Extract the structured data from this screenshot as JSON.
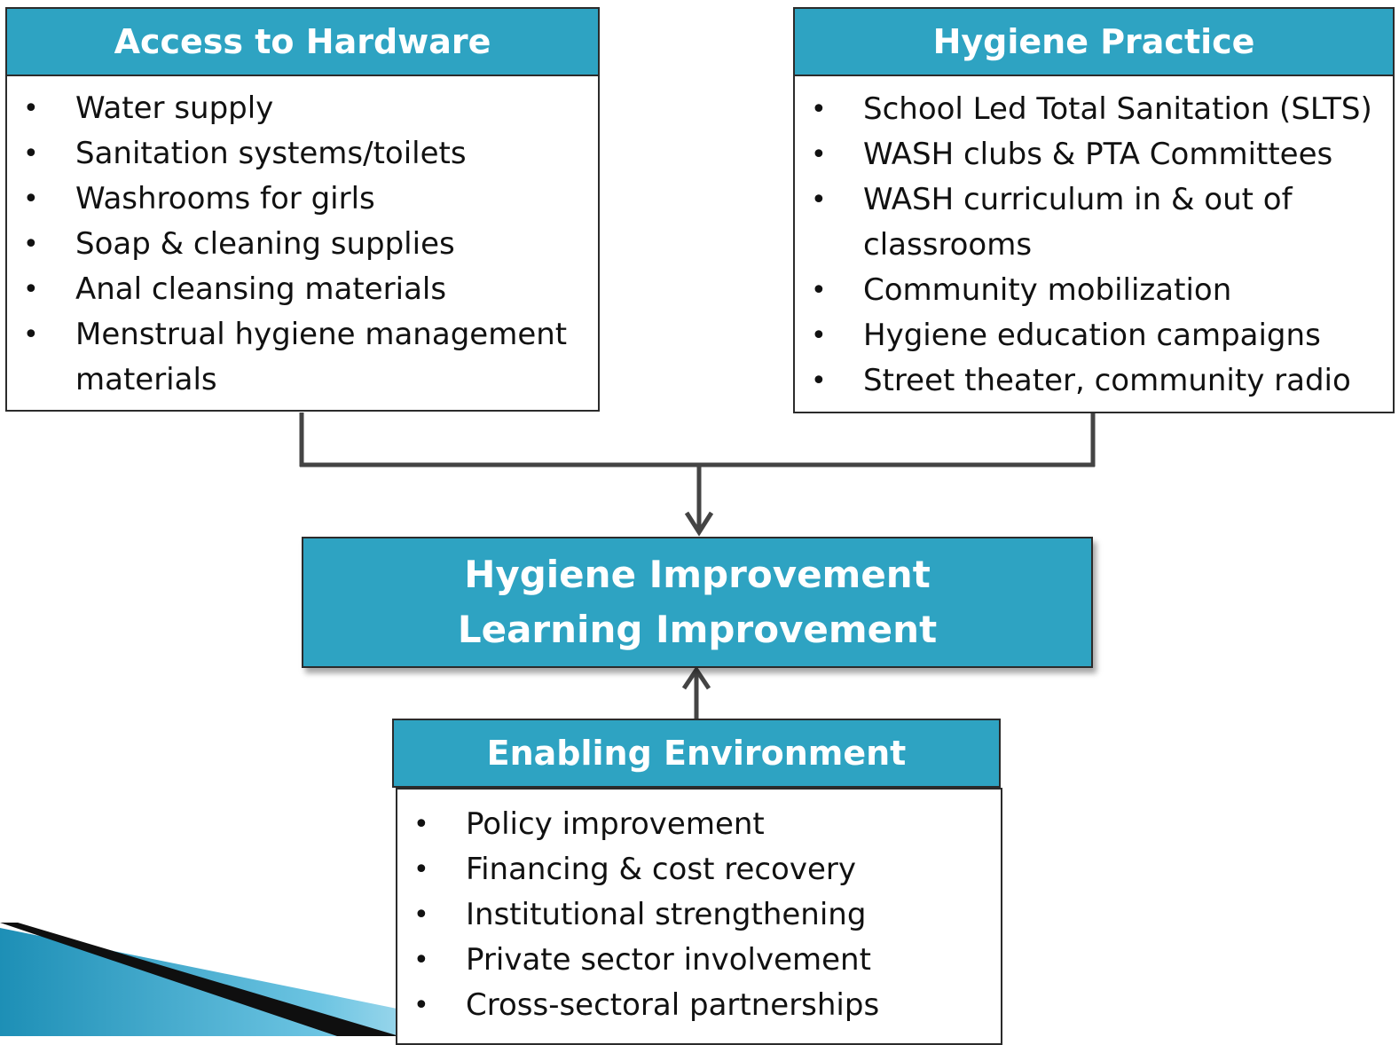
{
  "access": {
    "title": "Access to Hardware",
    "items": [
      "Water supply",
      "Sanitation systems/toilets",
      "Washrooms for girls",
      "Soap & cleaning supplies",
      "Anal cleansing materials",
      "Menstrual hygiene management materials"
    ]
  },
  "hygiene": {
    "title": "Hygiene Practice",
    "items": [
      "School Led Total Sanitation (SLTS)",
      "WASH clubs & PTA Committees",
      "WASH curriculum in & out of classrooms",
      "Community mobilization",
      "Hygiene education campaigns",
      "Street theater, community radio"
    ]
  },
  "outcome": {
    "line1": "Hygiene Improvement",
    "line2": "Learning Improvement"
  },
  "enabling": {
    "title": "Enabling Environment",
    "items": [
      "Policy improvement",
      "Financing & cost recovery",
      "Institutional strengthening",
      "Private sector involvement",
      "Cross-sectoral partnerships"
    ]
  },
  "bullet_char": "•",
  "colors": {
    "header_fill": "#2ea3c2",
    "header_text": "#ffffff",
    "border": "#2b2b2b",
    "connector": "#444444"
  }
}
